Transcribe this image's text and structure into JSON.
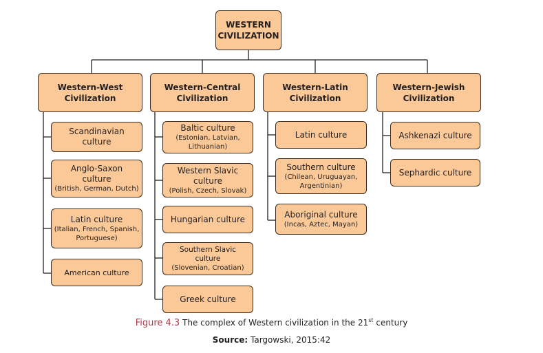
{
  "root": {
    "line1": "WESTERN",
    "line2": "CIVILIZATION"
  },
  "branches": [
    {
      "title1": "Western-West",
      "title2": "Civilization",
      "items": [
        {
          "main": "Scandinavian culture",
          "sub": ""
        },
        {
          "main": "Anglo-Saxon culture",
          "sub": "(British, German, Dutch)"
        },
        {
          "main": "Latin culture",
          "sub": "(Italian, French, Spanish, Portuguese)"
        },
        {
          "main": "American culture",
          "sub": ""
        }
      ]
    },
    {
      "title1": "Western-Central",
      "title2": "Civilization",
      "items": [
        {
          "main": "Baltic culture",
          "sub": "(Estonian, Latvian, Lithuanian)"
        },
        {
          "main": "Western Slavic culture",
          "sub": "(Polish, Czech, Slovak)"
        },
        {
          "main": "Hungarian culture",
          "sub": ""
        },
        {
          "main": "Southern Slavic culture",
          "sub": "(Slovenian, Croatian)"
        },
        {
          "main": "Greek culture",
          "sub": ""
        }
      ]
    },
    {
      "title1": "Western-Latin",
      "title2": "Civilization",
      "items": [
        {
          "main": "Latin culture",
          "sub": ""
        },
        {
          "main": "Southern culture",
          "sub": "(Chilean, Uruguayan, Argentinian)"
        },
        {
          "main": "Aboriginal culture",
          "sub": "(Incas, Aztec, Mayan)"
        }
      ]
    },
    {
      "title1": "Western-Jewish",
      "title2": "Civilization",
      "items": [
        {
          "main": "Ashkenazi culture",
          "sub": ""
        },
        {
          "main": "Sephardic culture",
          "sub": ""
        }
      ]
    }
  ],
  "caption": {
    "figure": "Figure 4.3",
    "text": " The complex of Western civilization in the 21",
    "sup": "st",
    "tail": " century"
  },
  "source": {
    "label": "Source:",
    "text": " Targowski, 2015:42"
  },
  "colors": {
    "box_fill": "#fbc897",
    "border": "#3a2a1e",
    "figure_label": "#b03a48"
  }
}
